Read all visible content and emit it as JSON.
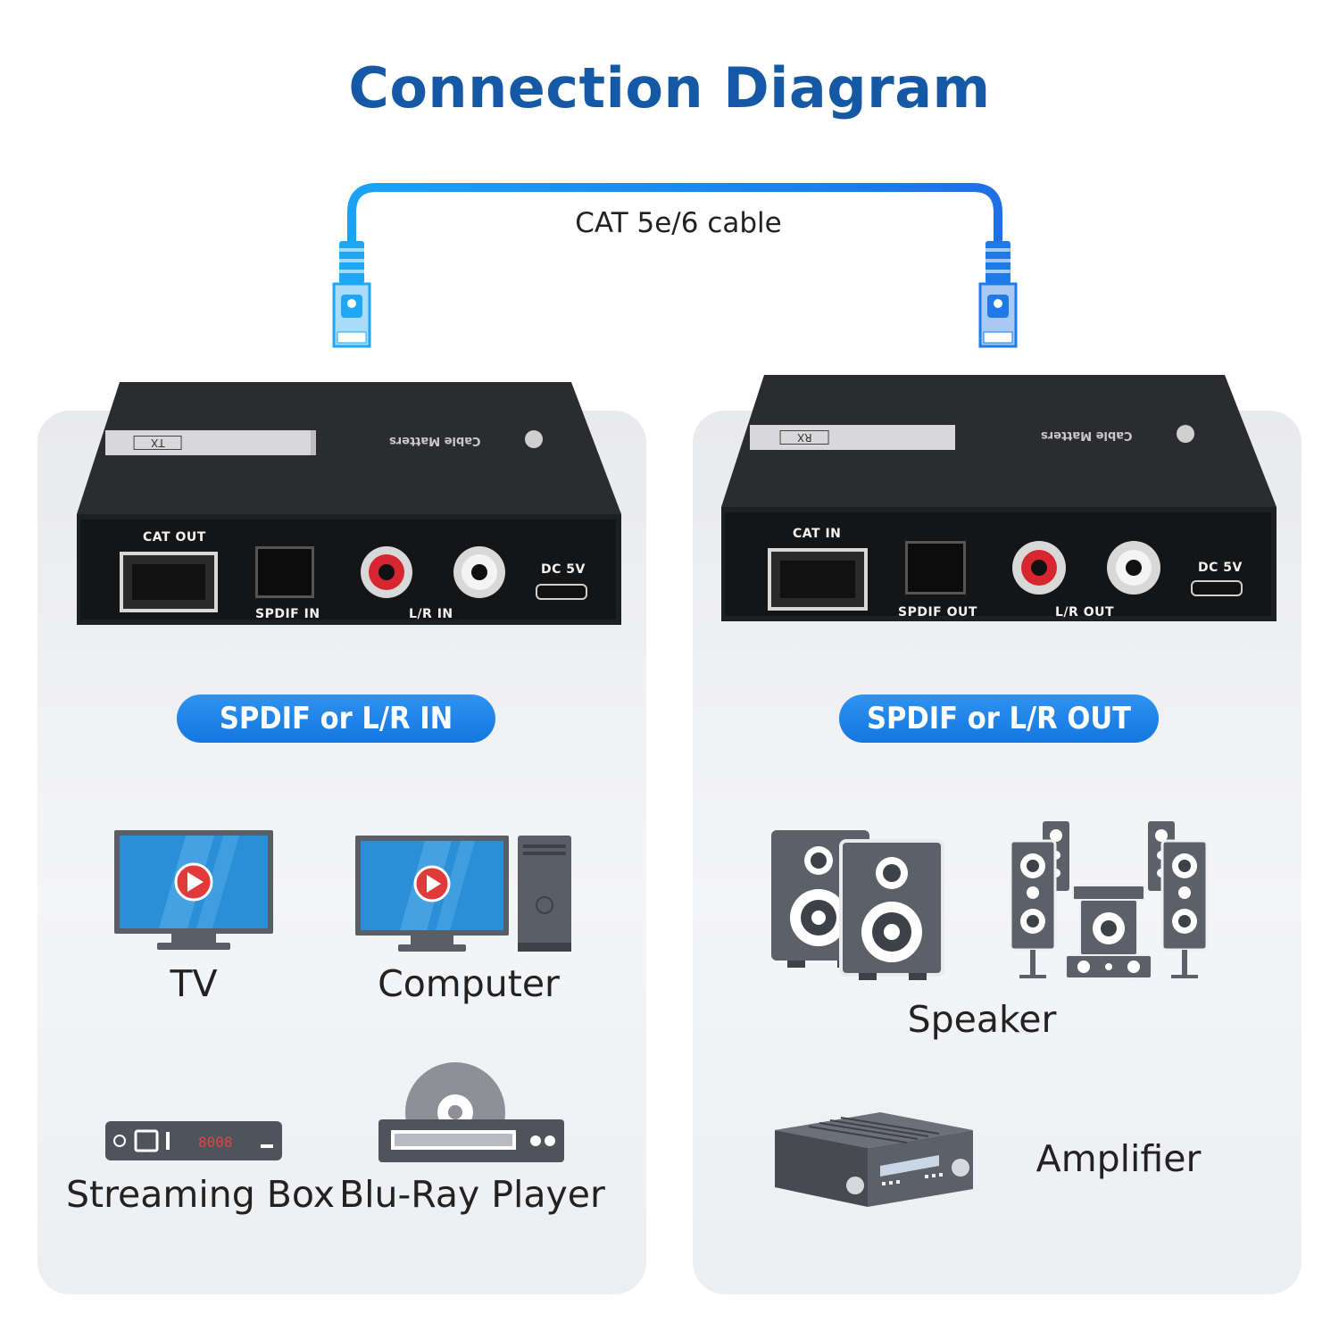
{
  "title": "Connection Diagram",
  "cable": {
    "label": "CAT 5e/6 cable"
  },
  "transmitter": {
    "model": "TX",
    "brand": "Cable Matters",
    "ports": {
      "cat": "CAT OUT",
      "spdif": "SPDIF IN",
      "lr": "L/R IN",
      "power": "DC 5V"
    },
    "pill": "SPDIF or L/R IN",
    "sources": {
      "tv": "TV",
      "computer": "Computer",
      "streaming": "Streaming Box",
      "bluray": "Blu-Ray Player"
    },
    "streaming_display": "8008"
  },
  "receiver": {
    "model": "RX",
    "brand": "Cable Matters",
    "ports": {
      "cat": "CAT IN",
      "spdif": "SPDIF OUT",
      "lr": "L/R OUT",
      "power": "DC 5V"
    },
    "pill": "SPDIF or L/R OUT",
    "outputs": {
      "speaker": "Speaker",
      "amplifier": "Amplifier"
    }
  },
  "colors": {
    "title": "#1559a6",
    "pill": "#1a7de4",
    "cable": "#1f8ef0",
    "device_body": "#2a2b2e",
    "icon_gray": "#5c6069",
    "screen_blue": "#2b8fd8",
    "play_red": "#e03a3a"
  }
}
